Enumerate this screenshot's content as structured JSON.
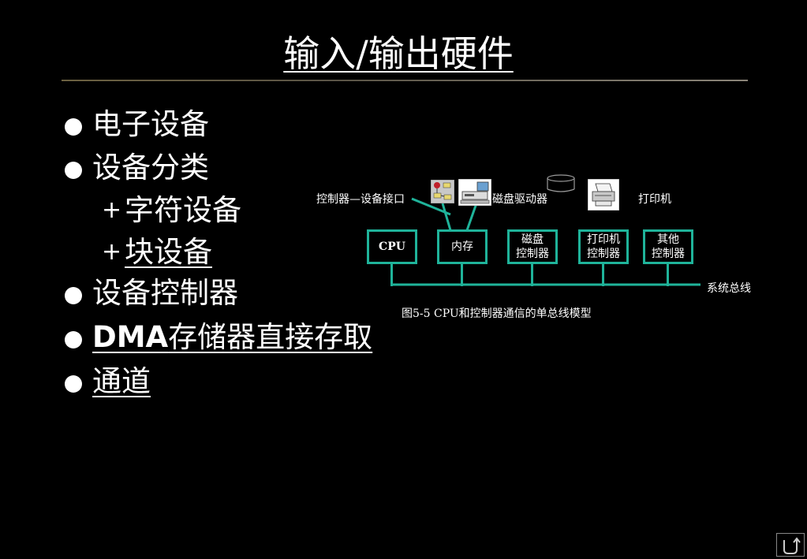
{
  "title": "输入/输出硬件",
  "bullets": [
    {
      "text": "电子设备"
    },
    {
      "text": "设备分类"
    },
    {
      "text": "字符设备",
      "marker": "+"
    },
    {
      "text": "块设备",
      "marker": "+"
    },
    {
      "text": "设备控制器"
    },
    {
      "text_bold": "DMA",
      "text": "存储器直接存取"
    },
    {
      "text": "通道"
    }
  ],
  "diagram": {
    "labels": {
      "interface": "控制器—设备接口",
      "disk_drive": "磁盘驱动器",
      "printer": "打印机",
      "system_bus": "系统总线"
    },
    "boxes": [
      {
        "line1": "CPU"
      },
      {
        "line1": "内存"
      },
      {
        "line1": "磁盘",
        "line2": "控制器"
      },
      {
        "line1": "打印机",
        "line2": "控制器"
      },
      {
        "line1": "其他",
        "line2": "控制器"
      }
    ],
    "caption": "图5-5 CPU和控制器通信的单总线模型",
    "bus_color": "#1fb39a"
  },
  "icons": {
    "network": "network-icon",
    "computer": "computer-icon",
    "disk": "disk-drive-icon",
    "printer": "printer-icon",
    "nav": "return-icon"
  }
}
